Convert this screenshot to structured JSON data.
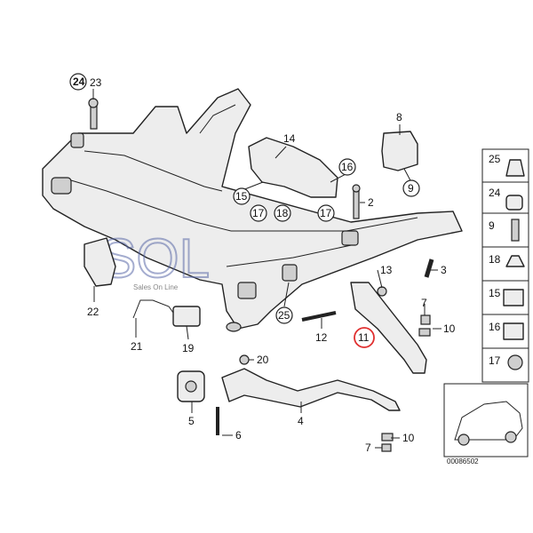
{
  "callouts": {
    "c24": "24",
    "c23": "23",
    "c14": "14",
    "c8": "8",
    "c16": "16",
    "c9": "9",
    "c15": "15",
    "c17a": "17",
    "c18": "18",
    "c17b": "17",
    "c2": "2",
    "c3": "3",
    "c13": "13",
    "c22": "22",
    "c7a": "7",
    "c10a": "10",
    "c25": "25",
    "c12": "12",
    "c11": "11",
    "c21": "21",
    "c19": "19",
    "c20": "20",
    "c5": "5",
    "c4": "4",
    "c6": "6",
    "c7b": "7",
    "c10b": "10"
  },
  "sidebar": {
    "items": [
      {
        "num": "25"
      },
      {
        "num": "24"
      },
      {
        "num": "9"
      },
      {
        "num": "18"
      },
      {
        "num": "15"
      },
      {
        "num": "16"
      },
      {
        "num": "17"
      }
    ]
  },
  "watermark": {
    "logo": "SOL",
    "tagline": "Sales On Line"
  },
  "diagram_number": "00086502",
  "colors": {
    "highlight": "#e03030",
    "ink": "#222222",
    "watermark": "#5a6aa8"
  }
}
